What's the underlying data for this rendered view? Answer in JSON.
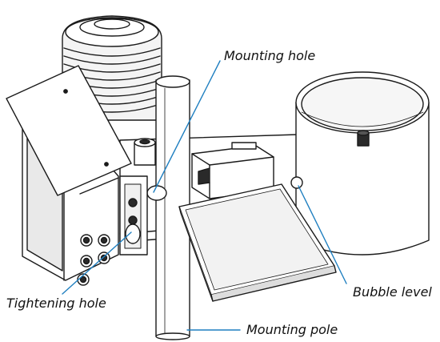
{
  "callouts": {
    "mounting_hole": "Mounting hole",
    "bubble_level": "Bubble level",
    "tightening_hole": "Tightening hole",
    "mounting_pole": "Mounting pole"
  },
  "colors": {
    "leader_line": "#1f7fc0",
    "outline": "#1a1a1a",
    "body_fill": "#ffffff",
    "shade_fill": "#e9e9e9",
    "dark_fill": "#2a2a2a"
  }
}
